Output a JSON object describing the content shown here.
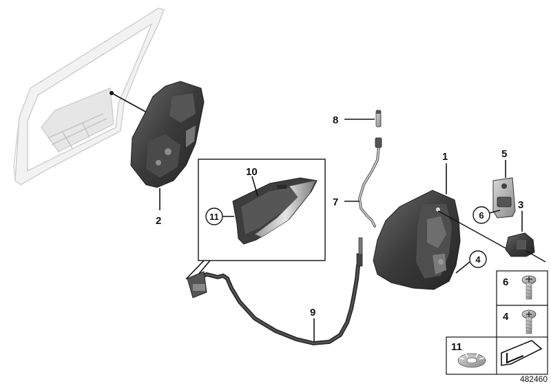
{
  "callouts": {
    "c1": "1",
    "c2": "2",
    "c3": "3",
    "c4": "4",
    "c5": "5",
    "c6": "6",
    "c7": "7",
    "c8": "8",
    "c9": "9",
    "c10": "10",
    "c11": "11"
  },
  "legend": {
    "screw6": "6",
    "screw4": "4",
    "clip11": "11"
  },
  "document_id": "482460"
}
